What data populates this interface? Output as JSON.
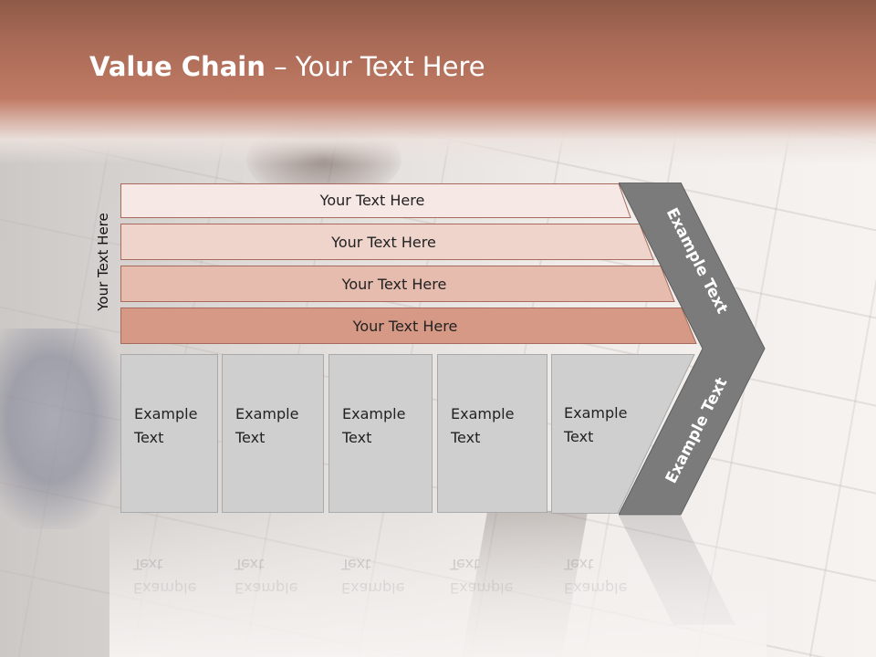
{
  "slide": {
    "title_bold": "Value Chain",
    "title_rest": " – Your Text Here",
    "side_label": "Your Text Here",
    "rows": [
      {
        "label": "Your Text Here",
        "fill": "#f6e8e5"
      },
      {
        "label": "Your Text Here",
        "fill": "#efd4cc"
      },
      {
        "label": "Your Text Here",
        "fill": "#e5bcae"
      },
      {
        "label": "Your Text Here",
        "fill": "#d59985"
      }
    ],
    "boxes": [
      {
        "label": "Example Text"
      },
      {
        "label": "Example Text"
      },
      {
        "label": "Example Text"
      },
      {
        "label": "Example Text"
      },
      {
        "label": "Example Text"
      }
    ],
    "chevron": {
      "upper_label": "Example Text",
      "lower_label": "Example Text",
      "fill": "#7b7b7b"
    }
  }
}
